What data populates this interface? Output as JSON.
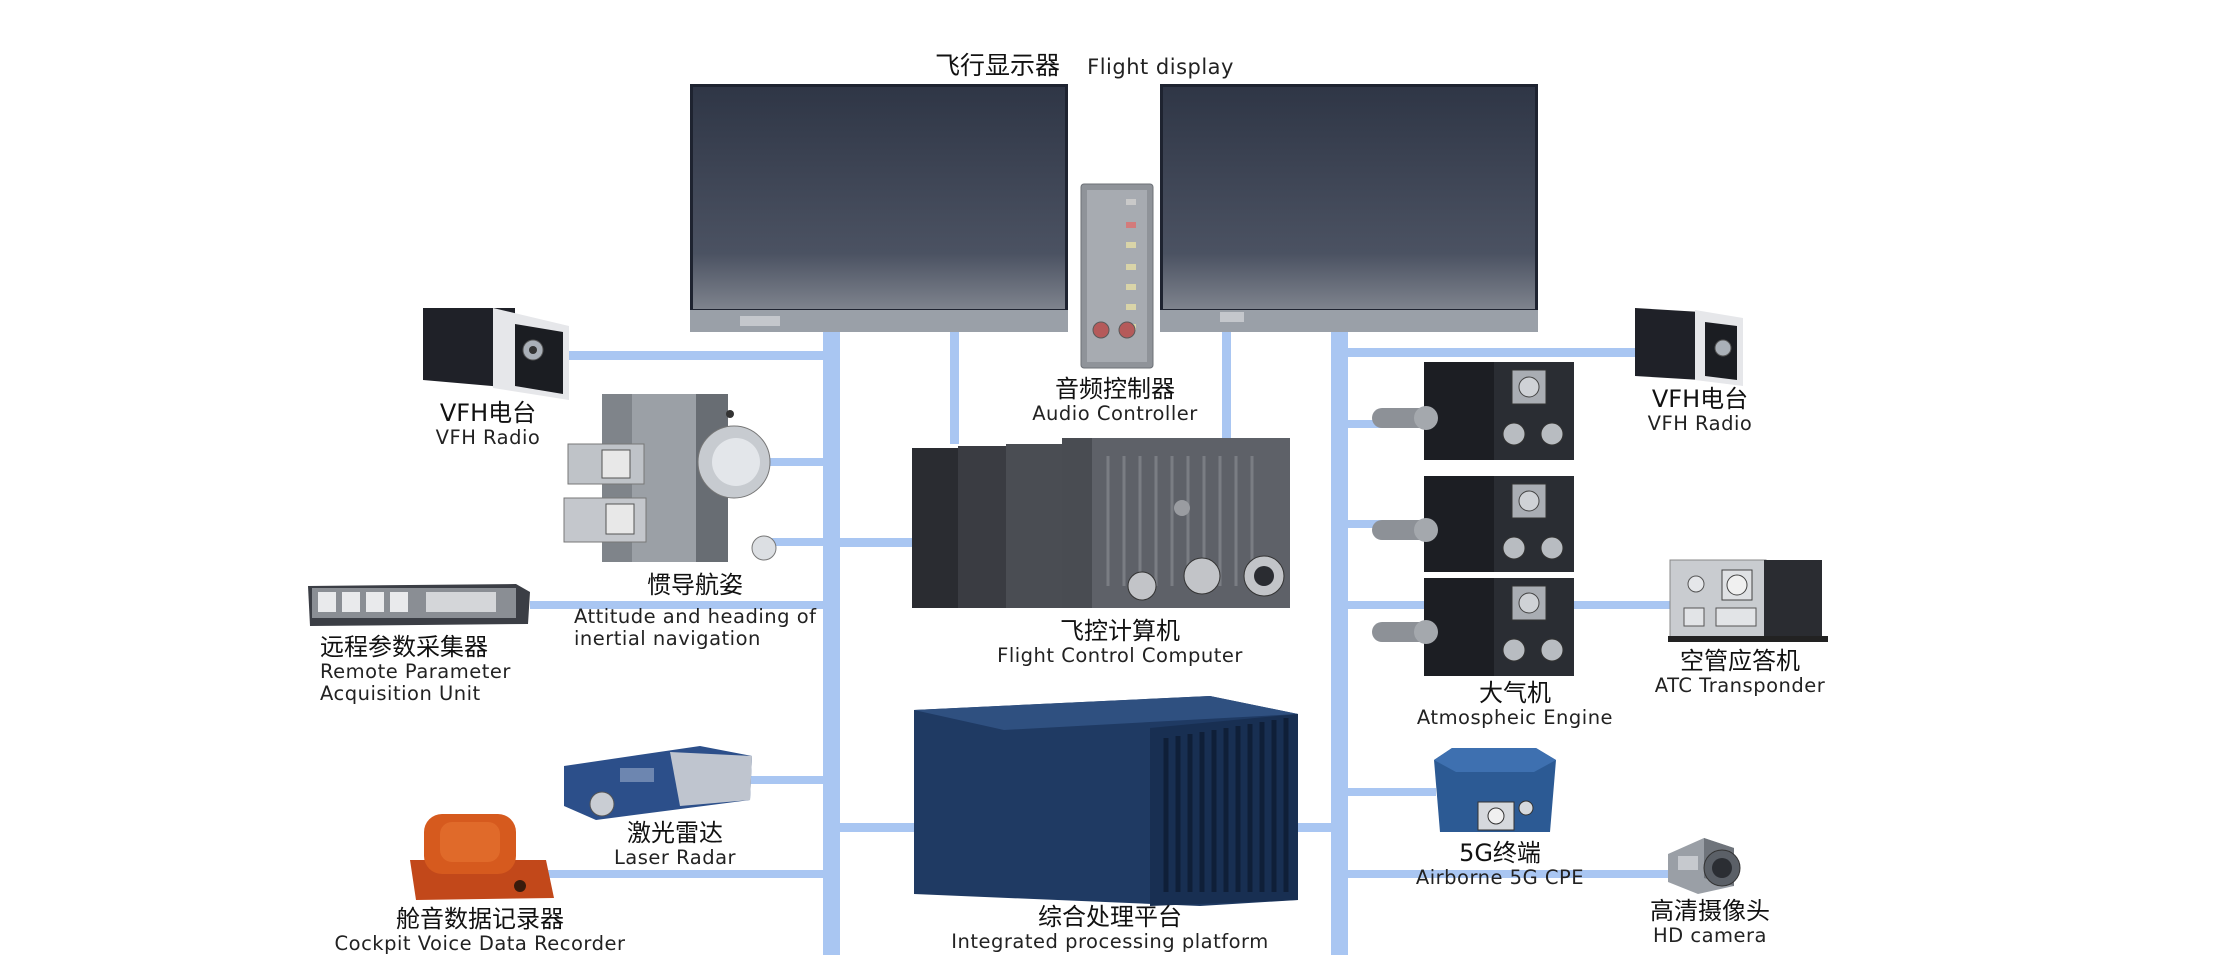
{
  "title": {
    "cn": "飞行显示器",
    "en": "Flight display"
  },
  "components": {
    "vfh_radio_left": {
      "cn": "VFH电台",
      "en": "VFH Radio"
    },
    "vfh_radio_right": {
      "cn": "VFH电台",
      "en": "VFH Radio"
    },
    "audio_controller": {
      "cn": "音频控制器",
      "en": "Audio Controller"
    },
    "inertial_nav": {
      "cn": "惯导航姿",
      "en_line1": "Attitude and heading of",
      "en_line2": "inertial navigation"
    },
    "remote_param": {
      "cn": "远程参数采集器",
      "en_line1": "Remote Parameter",
      "en_line2": "Acquisition Unit"
    },
    "flight_control": {
      "cn": "飞控计算机",
      "en": "Flight Control Computer"
    },
    "atmospheric": {
      "cn": "大气机",
      "en": "Atmospheic Engine"
    },
    "atc_transponder": {
      "cn": "空管应答机",
      "en": "ATC Transponder"
    },
    "laser_radar": {
      "cn": "激光雷达",
      "en": "Laser Radar"
    },
    "cpe_5g": {
      "cn": "5G终端",
      "en": "Airborne 5G CPE"
    },
    "cockpit_recorder": {
      "cn": "舱音数据记录器",
      "en": "Cockpit Voice Data Recorder"
    },
    "integrated_platform": {
      "cn": "综合处理平台",
      "en": "Integrated processing platform"
    },
    "hd_camera": {
      "cn": "高清摄像头",
      "en": "HD camera"
    }
  },
  "colors": {
    "bus": "#a9c6f2",
    "screen": "#3a4254",
    "device_dark": "#2d2f36",
    "device_gray": "#8c9096",
    "platform_blue": "#24406a",
    "recorder_orange": "#d65a1e",
    "radar_blue": "#2c4f8a"
  }
}
